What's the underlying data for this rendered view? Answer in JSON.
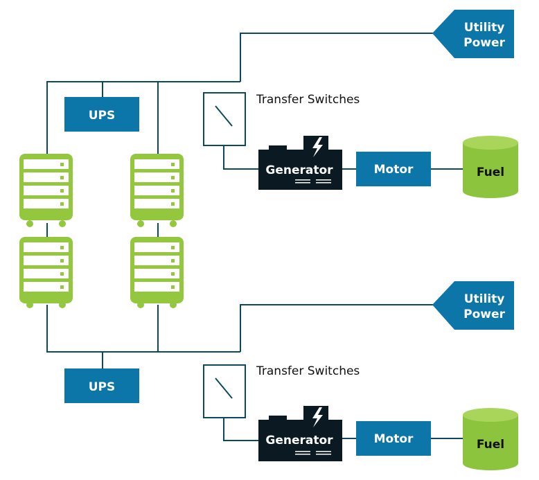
{
  "colors": {
    "line": "#0a4a5c",
    "blue_box": "#0c76a8",
    "server_green": "#93c83e",
    "server_fill": "#ffffff",
    "fuel_top": "#a9d65a",
    "fuel_body": "#8cc43e",
    "generator": "#0b1a22",
    "text_dark": "#111111"
  },
  "icons": [
    "server-rack-icon",
    "transfer-switch-icon",
    "lightning-bolt-icon",
    "generator-icon",
    "fuel-tank-icon",
    "utility-power-arrow-icon"
  ],
  "top": {
    "utility_power": [
      "Utility",
      "Power"
    ],
    "transfer_switches": "Transfer Switches",
    "ups": "UPS",
    "generator": "Generator",
    "motor": "Motor",
    "fuel": "Fuel"
  },
  "bottom": {
    "utility_power": [
      "Utility",
      "Power"
    ],
    "transfer_switches": "Transfer Switches",
    "ups": "UPS",
    "generator": "Generator",
    "motor": "Motor",
    "fuel": "Fuel"
  }
}
